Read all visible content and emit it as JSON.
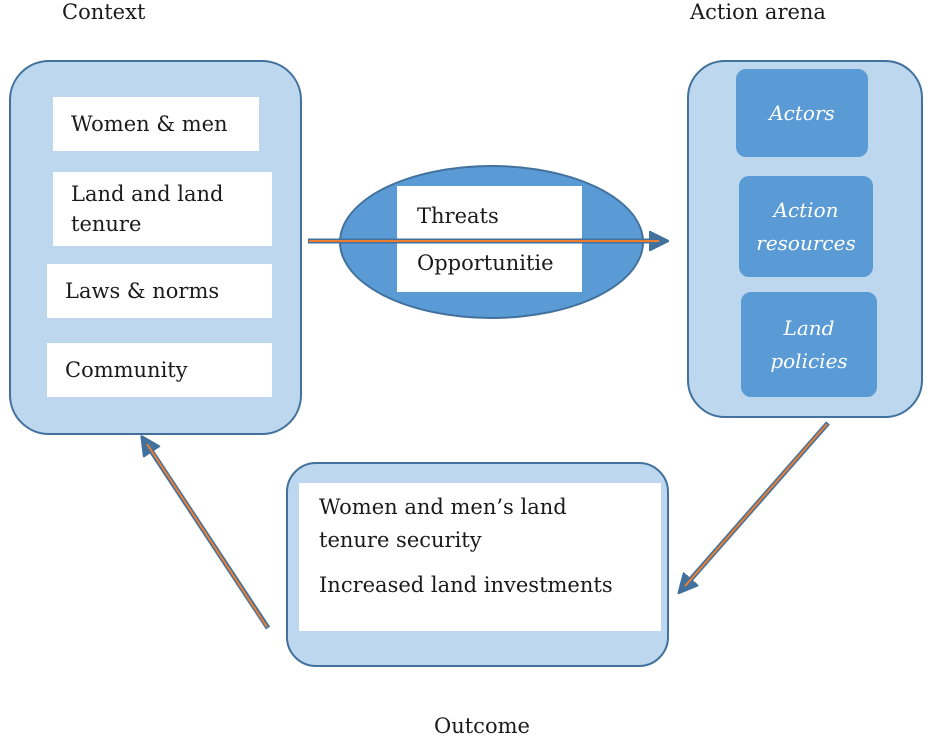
{
  "labels": {
    "context": "Context",
    "action_arena": "Action arena",
    "outcome": "Outcome"
  },
  "context_items": [
    "Women & men",
    "Land and land tenure",
    "Laws & norms",
    "Community"
  ],
  "middle_items": [
    "Threats",
    "Opportunitie"
  ],
  "action_items": [
    "Actors",
    "Action resources",
    "Land policies"
  ],
  "outcome_items": [
    "Women and men’s land tenure security",
    "Increased land investments"
  ],
  "colors": {
    "panel_fill": "#bdd7ee",
    "panel_border": "#41719c",
    "accent_blue": "#5b9bd5",
    "arrow_fill": "#ed7d31",
    "arrow_border": "#41719c"
  }
}
